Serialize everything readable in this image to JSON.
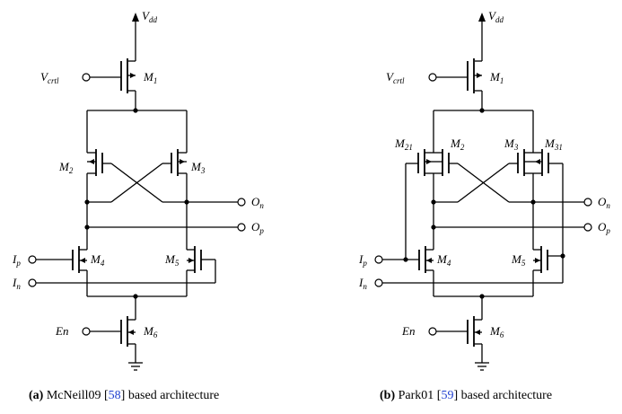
{
  "panel_a": {
    "supply": "V",
    "supply_sub": "dd",
    "control": "V",
    "control_sub": "crtl",
    "m1": "M",
    "m1_sub": "1",
    "m2": "M",
    "m2_sub": "2",
    "m3": "M",
    "m3_sub": "3",
    "m4": "M",
    "m4_sub": "4",
    "m5": "M",
    "m5_sub": "5",
    "m6": "M",
    "m6_sub": "6",
    "on": "O",
    "on_sub": "n",
    "op": "O",
    "op_sub": "p",
    "ip": "I",
    "ip_sub": "p",
    "in": "I",
    "in_sub": "n",
    "en": "En",
    "caption_tag": "(a)",
    "caption_pre": " McNeill09 [",
    "caption_ref": "58",
    "caption_post": "] based architecture"
  },
  "panel_b": {
    "supply": "V",
    "supply_sub": "dd",
    "control": "V",
    "control_sub": "crtl",
    "m1": "M",
    "m1_sub": "1",
    "m21": "M",
    "m21_sub": "21",
    "m2": "M",
    "m2_sub": "2",
    "m3": "M",
    "m3_sub": "3",
    "m31": "M",
    "m31_sub": "31",
    "m4": "M",
    "m4_sub": "4",
    "m5": "M",
    "m5_sub": "5",
    "m6": "M",
    "m6_sub": "6",
    "on": "O",
    "on_sub": "n",
    "op": "O",
    "op_sub": "p",
    "ip": "I",
    "ip_sub": "p",
    "in": "I",
    "in_sub": "n",
    "en": "En",
    "caption_tag": "(b)",
    "caption_pre": " Park01 [",
    "caption_ref": "59",
    "caption_post": "] based architecture"
  }
}
